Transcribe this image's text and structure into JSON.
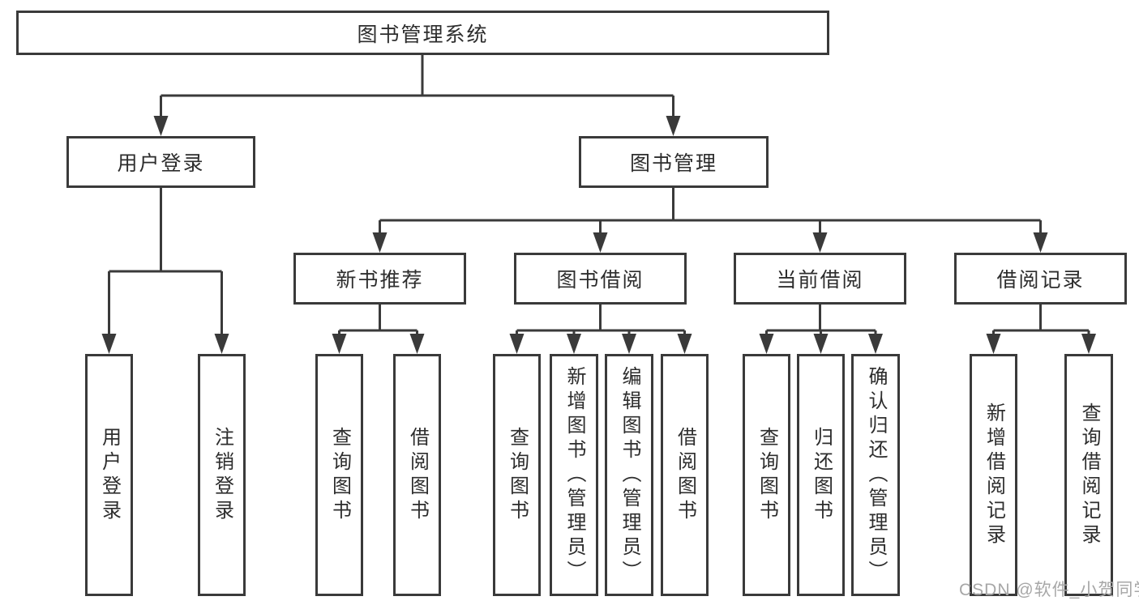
{
  "diagram_title": "图书管理系统",
  "colors": {
    "line": "#3a3a3a",
    "node_border": "#3a3a3a",
    "node_fill": "#ffffff",
    "text": "#2d2d2d",
    "watermark": "#a7a7a7",
    "background": "#ffffff"
  },
  "tree": {
    "label": "图书管理系统",
    "children": [
      {
        "label": "用户登录",
        "children": [
          {
            "label": "用户登录"
          },
          {
            "label": "注销登录"
          }
        ]
      },
      {
        "label": "图书管理",
        "children": [
          {
            "label": "新书推荐",
            "children": [
              {
                "label": "查询图书"
              },
              {
                "label": "借阅图书"
              }
            ]
          },
          {
            "label": "图书借阅",
            "children": [
              {
                "label": "查询图书"
              },
              {
                "label": "新增图书（管理员）"
              },
              {
                "label": "编辑图书（管理员）"
              },
              {
                "label": "借阅图书"
              }
            ]
          },
          {
            "label": "当前借阅",
            "children": [
              {
                "label": "查询图书"
              },
              {
                "label": "归还图书"
              },
              {
                "label": "确认归还（管理员）"
              }
            ]
          },
          {
            "label": "借阅记录",
            "children": [
              {
                "label": "新增借阅记录"
              },
              {
                "label": "查询借阅记录"
              }
            ]
          }
        ]
      }
    ]
  },
  "watermark": {
    "text": "CSDN @软件_小贺同学"
  }
}
